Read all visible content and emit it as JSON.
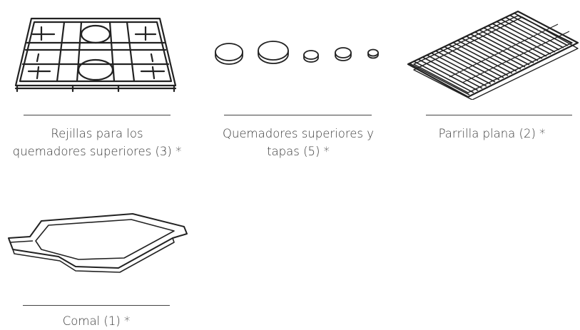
{
  "items": [
    {
      "caption_line1": "Rejillas para los",
      "caption_line2": "quemadores superiores (3) *",
      "icon": "burner-grates"
    },
    {
      "caption_line1": "Quemadores superiores y",
      "caption_line2": "tapas (5) *",
      "icon": "burners-and-caps"
    },
    {
      "caption_line1": "Parrilla plana (2) *",
      "caption_line2": "",
      "icon": "flat-rack"
    },
    {
      "caption_line1": "Comal (1) *",
      "caption_line2": "",
      "icon": "griddle"
    }
  ]
}
